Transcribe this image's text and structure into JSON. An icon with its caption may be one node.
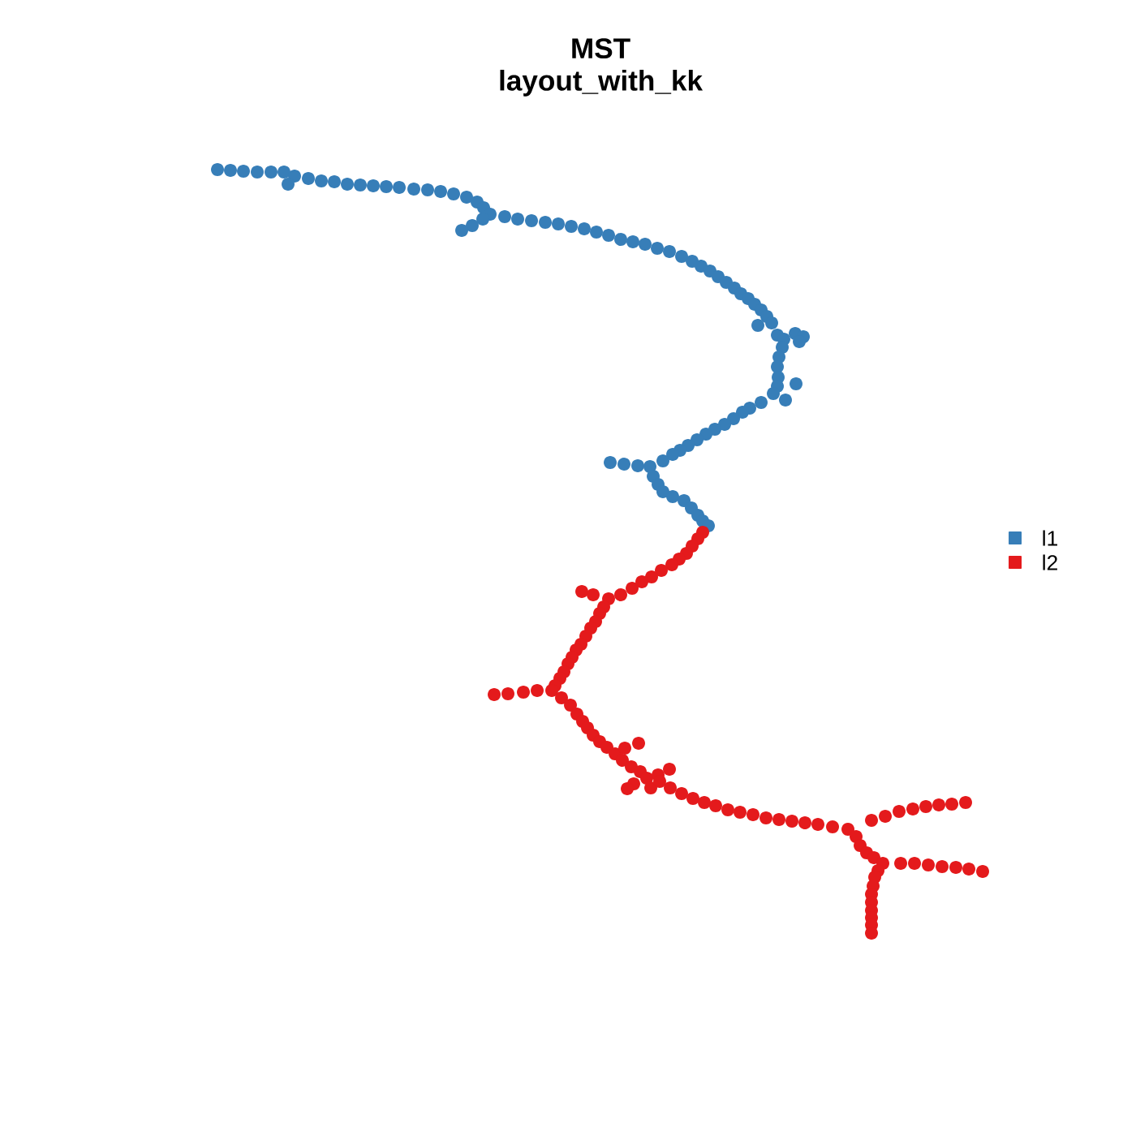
{
  "diagram": {
    "title": "MST layout_with_kk",
    "legend": [
      {
        "text": "l1",
        "color": "#377eb8"
      },
      {
        "text": "l2",
        "color": "#e41a1c"
      }
    ]
  }
}
